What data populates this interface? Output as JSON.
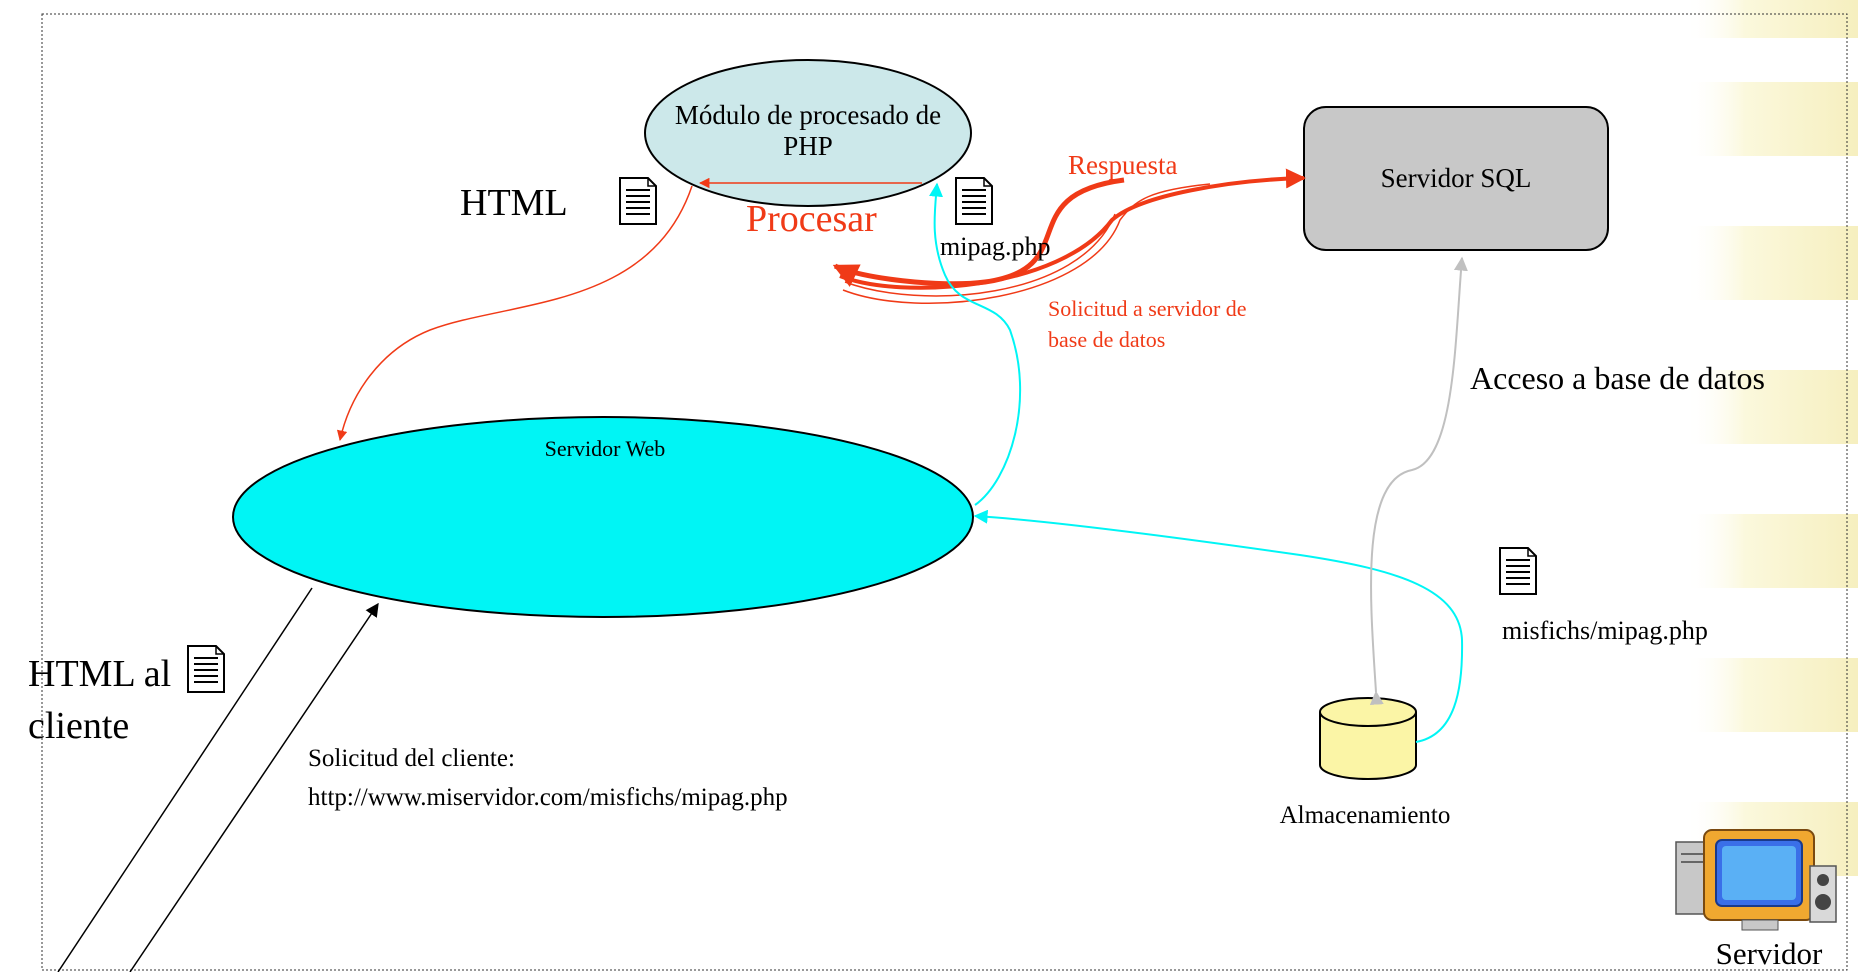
{
  "nodes": {
    "php_module": "Módulo de procesado de PHP",
    "web_server": "Servidor Web",
    "sql_server": "Servidor SQL",
    "storage": "Almacenamiento",
    "server_machine": "Servidor"
  },
  "labels": {
    "html_top": "HTML",
    "procesar": "Procesar",
    "mipag": "mipag.php",
    "respuesta": "Respuesta",
    "solicitud_servidor": "Solicitud a servidor de base de datos",
    "acceso_bd": "Acceso a base de datos",
    "misfichs": "misfichs/mipag.php",
    "html_cliente": "HTML al cliente",
    "solicitud_cliente": "Solicitud del cliente: http://www.miservidor.com/misfichs/mipag.php"
  },
  "colors": {
    "php_module_fill": "#cce8ea",
    "web_server_fill": "#00f5f5",
    "sql_server_fill": "#c8c8c8",
    "storage_fill": "#fbf5a6",
    "red_flow": "#f03a17",
    "cyan_flow": "#00f5f5",
    "gray_flow": "#c0c0c0",
    "stripe": "#fbf8dc"
  },
  "icons": [
    "document-icon",
    "server-computer-icon"
  ]
}
